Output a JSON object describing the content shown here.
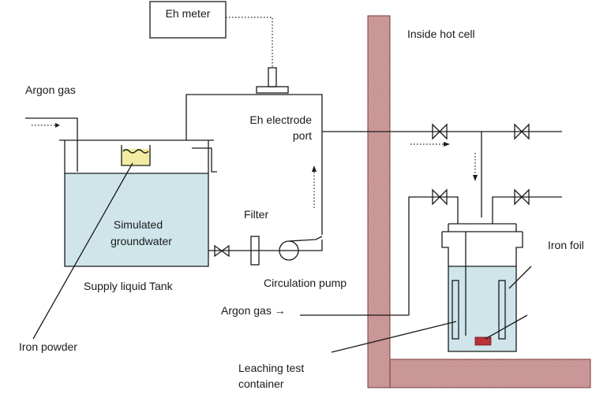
{
  "labels": {
    "eh_meter": "Eh meter",
    "inside_hot_cell": "Inside hot cell",
    "argon_gas_top": "Argon gas",
    "eh_electrode_1": "Eh electrode",
    "eh_electrode_2": "port",
    "filter": "Filter",
    "simulated_1": "Simulated",
    "simulated_2": "groundwater",
    "supply_tank": "Supply liquid Tank",
    "circulation_pump": "Circulation pump",
    "iron_foil": "Iron foil",
    "argon_gas_bottom": "Argon gas →",
    "iron_powder": "Iron powder",
    "leaching_1": "Leaching test",
    "leaching_2": "container"
  },
  "colors": {
    "water": "#cfe5ea",
    "wall": "#cf9e9e",
    "wall_edge": "#7a4040",
    "iron_powder": "#f1eca1",
    "iron_foil": "#f4eeae",
    "sample": "#b8323a"
  }
}
